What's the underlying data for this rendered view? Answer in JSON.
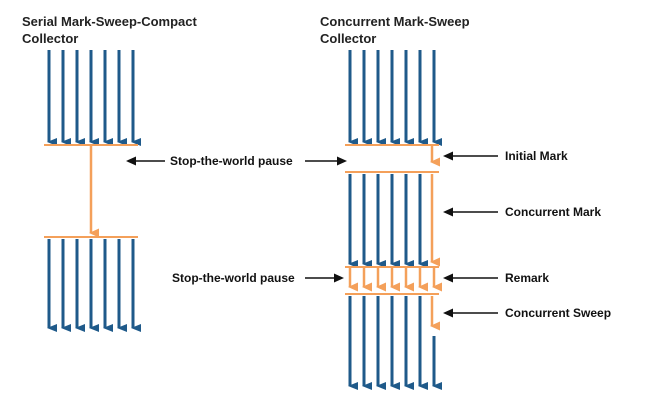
{
  "serial": {
    "title_line1": "Serial Mark-Sweep-Compact",
    "title_line2": "Collector"
  },
  "concurrent": {
    "title_line1": "Concurrent Mark-Sweep",
    "title_line2": "Collector"
  },
  "labels": {
    "stw_pause_1": "Stop-the-world pause",
    "stw_pause_2": "Stop-the-world pause",
    "initial_mark": "Initial Mark",
    "concurrent_mark": "Concurrent Mark",
    "remark": "Remark",
    "concurrent_sweep": "Concurrent Sweep"
  },
  "colors": {
    "app_thread": "#1f5a8a",
    "gc_thread": "#f4a05a",
    "pointer": "#111111"
  },
  "thread_count": {
    "serial": 7,
    "concurrent": 7
  }
}
